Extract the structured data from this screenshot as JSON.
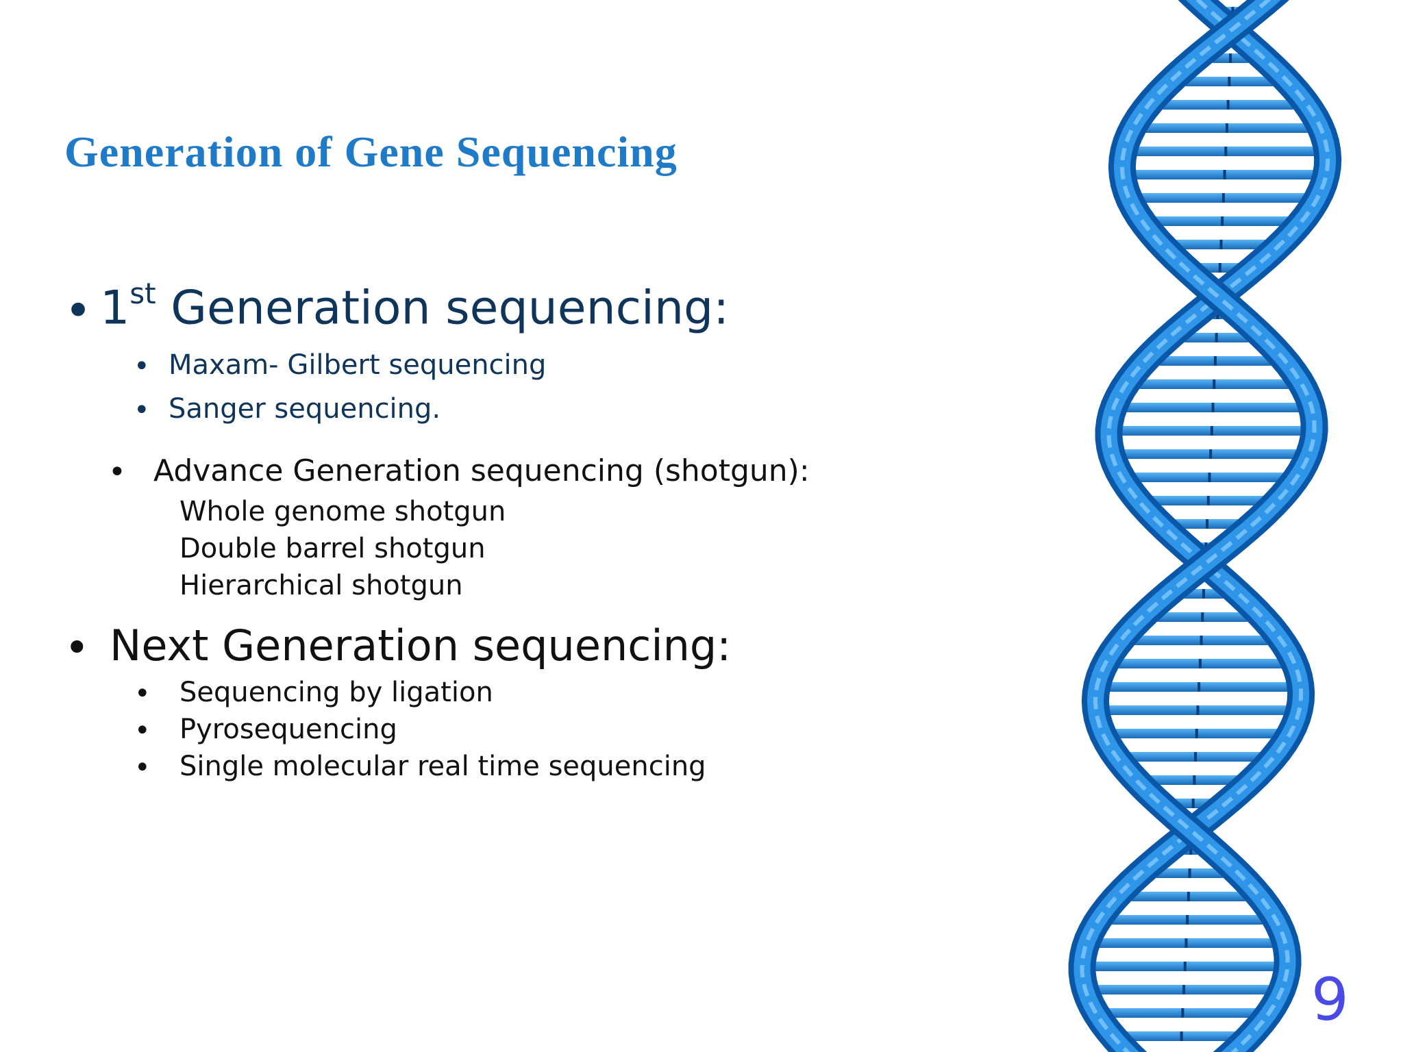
{
  "slide": {
    "title": "Generation of Gene Sequencing",
    "first_gen": {
      "number": "1",
      "ordinal": "st",
      "label": "Generation sequencing:",
      "items": [
        "Maxam- Gilbert sequencing",
        "Sanger sequencing."
      ]
    },
    "advance_gen": {
      "label": "Advance Generation sequencing (shotgun):",
      "items": [
        "Whole genome shotgun",
        "Double barrel shotgun",
        "Hierarchical shotgun"
      ]
    },
    "next_gen": {
      "label": "Next Generation sequencing:",
      "items": [
        "Sequencing by ligation",
        "Pyrosequencing",
        "Single molecular real time sequencing"
      ]
    },
    "page_number": "9"
  },
  "colors": {
    "title": "#1f7ac8",
    "dark_text": "#10355a",
    "body_text": "#111111",
    "page_number": "#4a4ae6",
    "dna_blue": "#1e88e5"
  },
  "icons": {
    "bullet": "bullet-dot-icon",
    "dna": "dna-helix-icon"
  }
}
